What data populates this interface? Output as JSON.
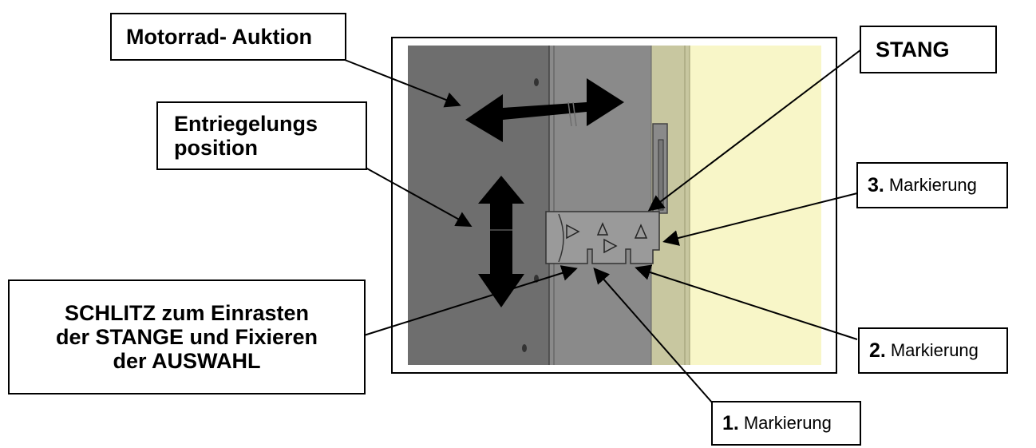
{
  "labels": {
    "motorrad": "Motorrad- Auktion",
    "entriegelung_line1": "Entriegelungs",
    "entriegelung_line2": "position",
    "schlitz_line1": "SCHLITZ zum Einrasten",
    "schlitz_line2": "der STANGE und Fixieren",
    "schlitz_line3": "der AUSWAHL",
    "stang": "STANG",
    "mark3_num": "3.",
    "mark3_word": "Markierung",
    "mark2_num": "2.",
    "mark2_word": "Markierung",
    "mark1_num": "1.",
    "mark1_word": "Markierung"
  },
  "colors": {
    "dark_panel": "#6e6e6e",
    "mid_panel": "#8a8a8a",
    "light_strip": "#c8c7a0",
    "cream_area": "#f8f6c8",
    "bracket": "#9a9a9a",
    "arrow": "#000000"
  }
}
